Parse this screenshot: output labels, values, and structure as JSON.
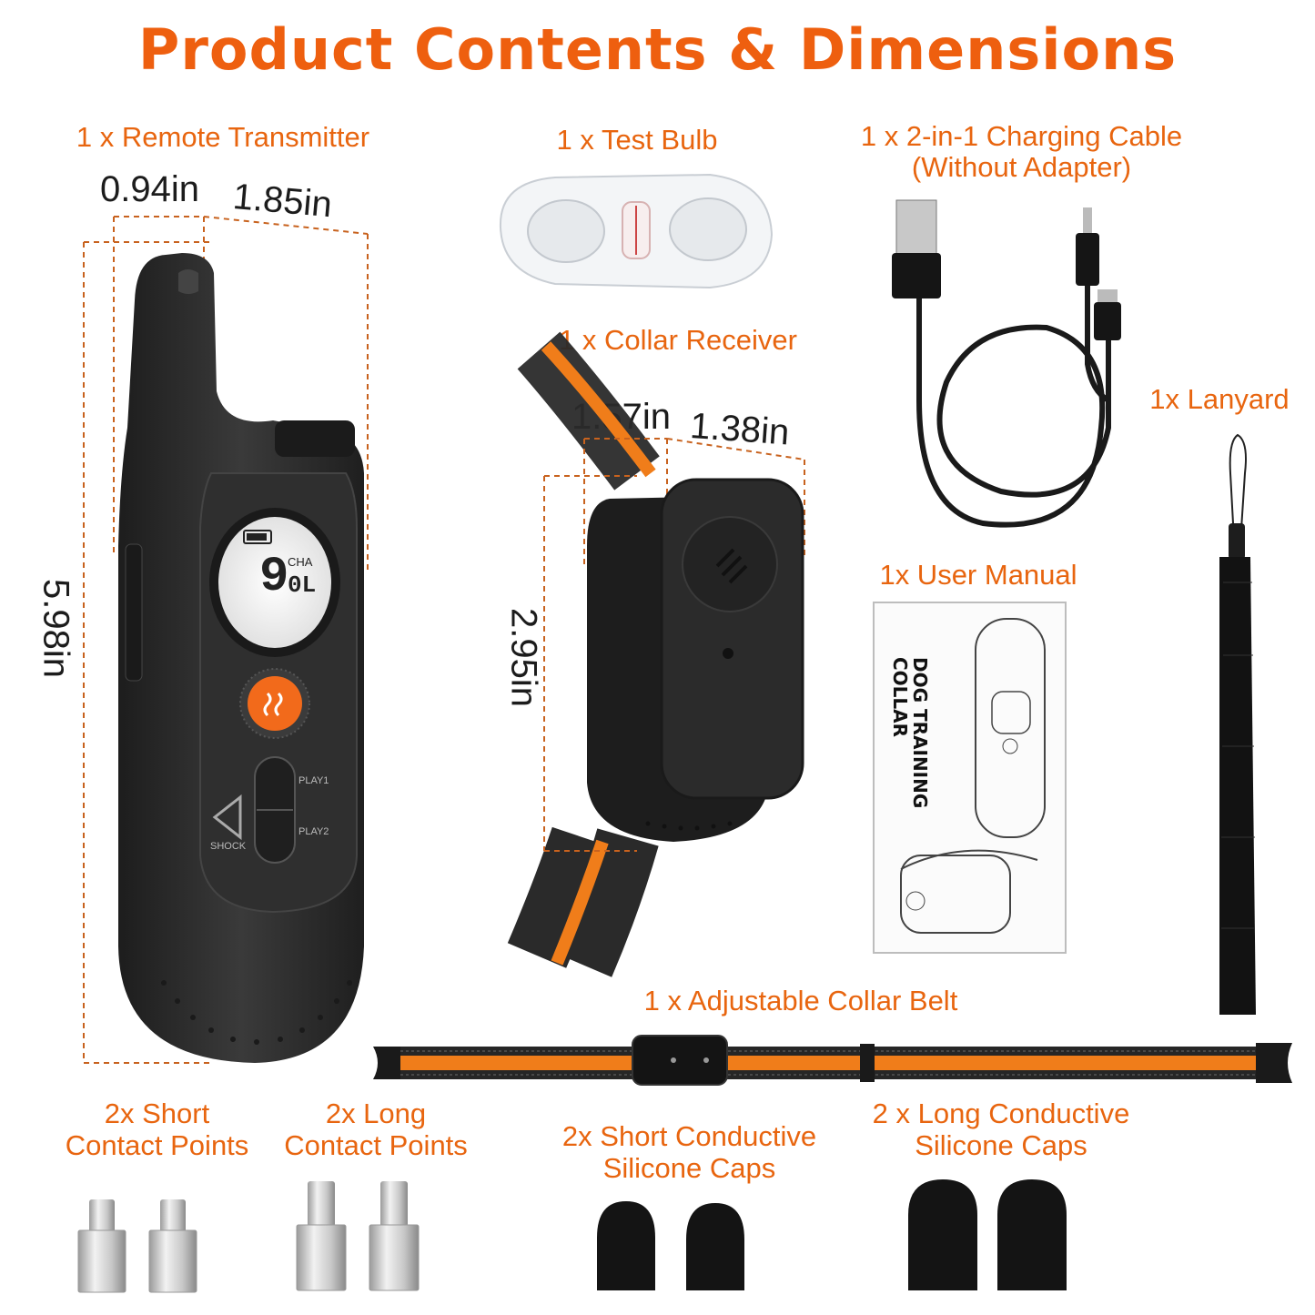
{
  "title": "Product Contents & Dimensions",
  "labels": {
    "remote": "1 x Remote Transmitter",
    "bulb": "1 x Test Bulb",
    "cable_line1": "1 x 2-in-1 Charging Cable",
    "cable_line2": "(Without Adapter)",
    "receiver": "1 x Collar Receiver",
    "lanyard": "1x Lanyard",
    "manual": "1x User Manual",
    "belt": "1 x Adjustable Collar Belt",
    "short_points_line1": "2x Short",
    "short_points_line2": "Contact Points",
    "long_points_line1": "2x Long",
    "long_points_line2": "Contact Points",
    "short_caps_line1": "2x Short Conductive",
    "short_caps_line2": "Silicone Caps",
    "long_caps_line1": "2 x Long Conductive",
    "long_caps_line2": "Silicone Caps"
  },
  "dimensions": {
    "remote_depth": "0.94in",
    "remote_width": "1.85in",
    "remote_height": "5.98in",
    "receiver_depth": "1.57in",
    "receiver_width": "1.38in",
    "receiver_height": "2.95in"
  },
  "remote_screen": {
    "channel_digit": "9",
    "cha": "CHA",
    "level": "0L"
  },
  "remote_buttons": {
    "play1": "PLAY1",
    "play2": "PLAY2",
    "shock": "SHOCK"
  },
  "manual_cover": {
    "line1": "DOG TRAINING",
    "line2": "COLLAR"
  },
  "colors": {
    "accent": "#ee5f0f",
    "label": "#e8650f",
    "device": "#2b2b2b",
    "belt_orange": "#f07d1a"
  }
}
